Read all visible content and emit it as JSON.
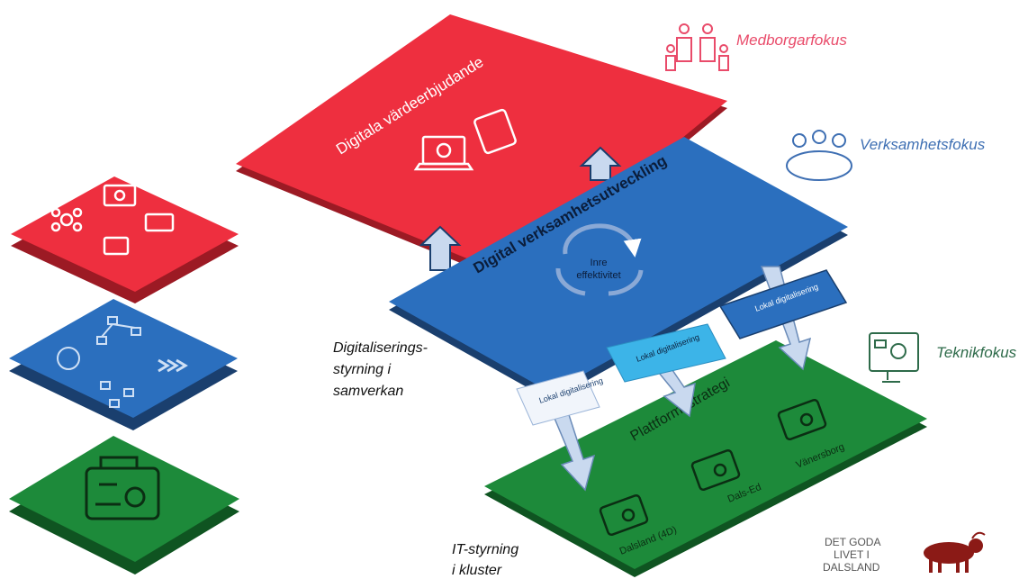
{
  "colors": {
    "red": "#ee2f3f",
    "red_side": "#9c1a24",
    "blue": "#2b6fbe",
    "blue_side": "#1a3f6e",
    "green": "#1d8a3a",
    "green_side": "#0f5421",
    "arrow_fill": "#c9d9ef",
    "label_pink": "#e94b6a",
    "label_blue": "#3e6fb3",
    "label_green": "#2e6b4a"
  },
  "layers": {
    "red_title": "Digitala värdeerbjudande",
    "blue_title": "Digital verksamhetsutveckling",
    "blue_center": "Inre effektivitet",
    "green_title": "Plattformsstrategi"
  },
  "local_boxes": [
    "Lokal digitalisering",
    "Lokal digitalisering",
    "Lokal digitalisering"
  ],
  "platforms": [
    "Dalsland (4D)",
    "Dals-Ed",
    "Vänersborg"
  ],
  "focus_labels": {
    "medborgar": "Medborgarfokus",
    "verksamhet": "Verksamhetsfokus",
    "teknik": "Teknikfokus"
  },
  "governance": {
    "digital_line1": "Digitaliserings-",
    "digital_line2": "styrning i",
    "digital_line3": "samverkan",
    "it_line1": "IT-styrning",
    "it_line2": "i kluster"
  },
  "logo": {
    "line1": "DET GODA",
    "line2": "LIVET I",
    "line3": "DALSLAND"
  },
  "icons": {
    "family": "family-icon",
    "meeting": "meeting-icon",
    "tech": "tech-screen-icon",
    "laptop": "laptop-icon",
    "phone": "phone-icon",
    "cycle": "cycle-arrows-icon",
    "engine": "engine-icon",
    "bull": "bull-logo-icon"
  }
}
